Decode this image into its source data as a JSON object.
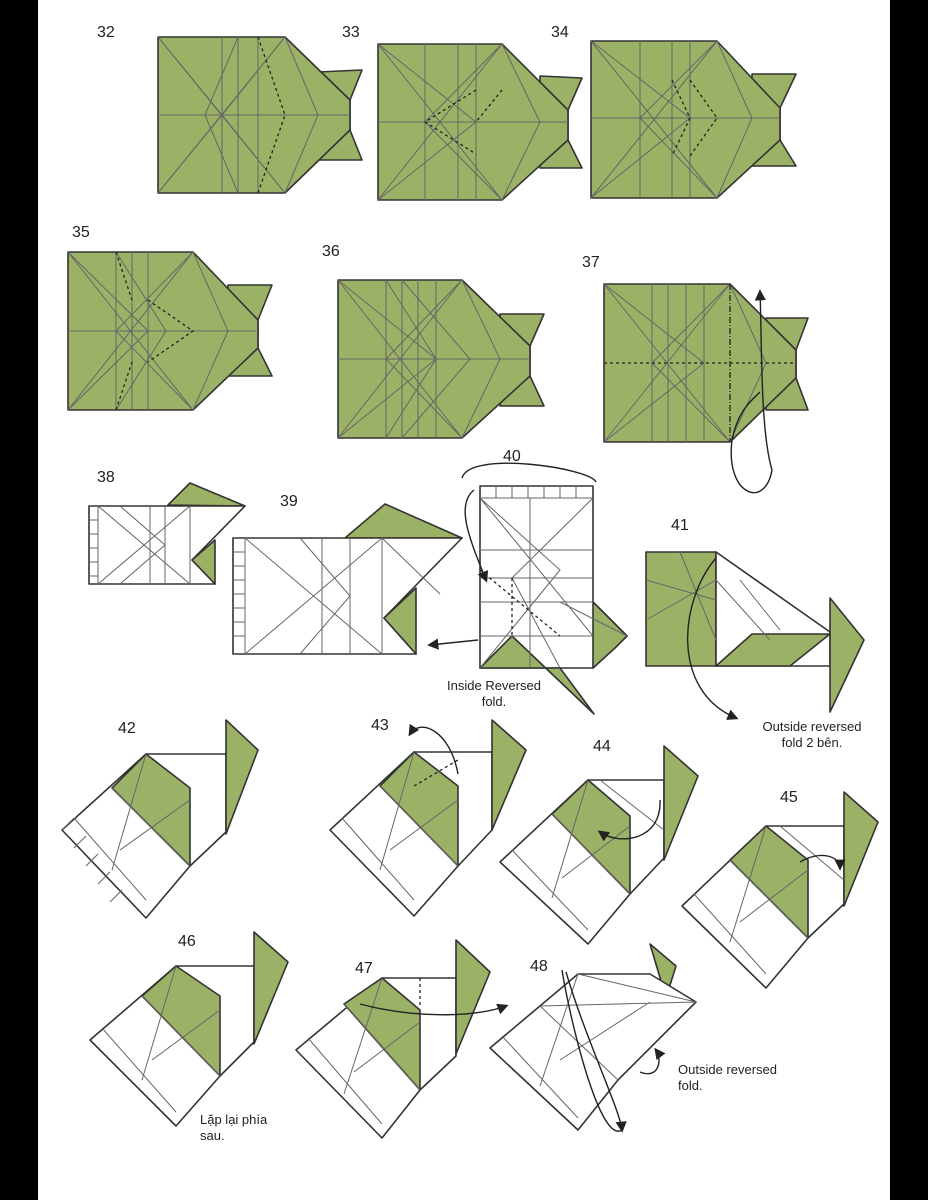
{
  "colors": {
    "paper_front": "#9bb266",
    "paper_back": "#ffffff",
    "crease": "#666666",
    "background": "#000000"
  },
  "steps": [
    "32",
    "33",
    "34",
    "35",
    "36",
    "37",
    "38",
    "39",
    "40",
    "41",
    "42",
    "43",
    "44",
    "45",
    "46",
    "47",
    "48"
  ],
  "captions": {
    "step40": [
      "Inside Reversed",
      "fold."
    ],
    "step41": [
      "Outside reversed",
      "fold 2 bên."
    ],
    "step46": [
      "Lặp lại phía",
      "sau."
    ],
    "step48": [
      "Outside reversed",
      "fold."
    ]
  }
}
